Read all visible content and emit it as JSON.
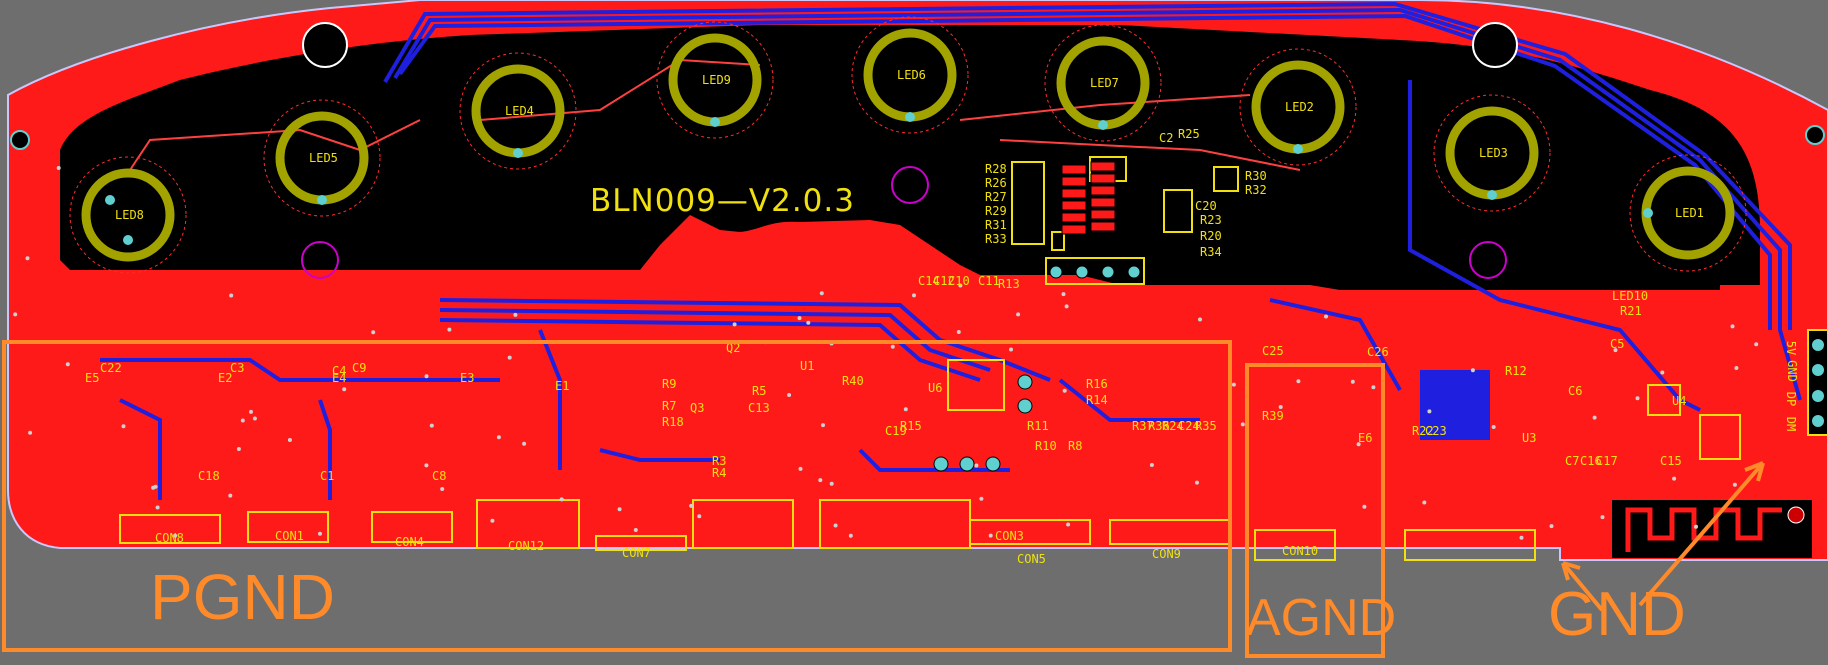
{
  "board": {
    "title": "BLN009—V2.0.3",
    "colors": {
      "background": "#6e6e6e",
      "copper_top": "#ff1a1a",
      "copper_bottom": "#1f1fe0",
      "silkscreen": "#f0e010",
      "keepout_black": "#000000",
      "annotation": "#ff8a2a",
      "ring": "#a3a300"
    }
  },
  "ground_zones": {
    "pgnd_label": "PGND",
    "agnd_label": "AGND",
    "gnd_label": "GND"
  },
  "led_sockets": [
    "LED8",
    "LED5",
    "LED4",
    "LED9",
    "LED6",
    "LED7",
    "LED2",
    "LED3",
    "LED1"
  ],
  "resistor_labels": [
    "R28",
    "R26",
    "R27",
    "R29",
    "R31",
    "R33",
    "R25",
    "R30",
    "R32",
    "R23",
    "R20",
    "R34",
    "R21",
    "R12",
    "R16",
    "R14",
    "R13",
    "R11",
    "R9",
    "R7",
    "R18",
    "R3",
    "R4",
    "R5",
    "R40",
    "R15",
    "R10",
    "R8",
    "R37",
    "R36",
    "R35",
    "R39",
    "R22",
    "R24"
  ],
  "capacitor_labels": [
    "C2",
    "C20",
    "C10",
    "C12",
    "C14",
    "C11",
    "C5",
    "C6",
    "C7",
    "C16",
    "C17",
    "C15",
    "C25",
    "C26",
    "C22",
    "C3",
    "C9",
    "C4",
    "C1",
    "C8",
    "C18",
    "C13",
    "C19",
    "C24",
    "C23"
  ],
  "connectors": [
    "CON8",
    "CON1",
    "CON4",
    "CON12",
    "CON7",
    "CON3",
    "CON5",
    "CON9",
    "CON10"
  ],
  "pin_header_labels": [
    "5V",
    "GND",
    "DP",
    "DM"
  ],
  "misc_labels": [
    "LED10",
    "Q2",
    "Q3",
    "U1",
    "U3",
    "U4",
    "U6",
    "E1",
    "E2",
    "E3",
    "E4",
    "E5",
    "E6"
  ]
}
